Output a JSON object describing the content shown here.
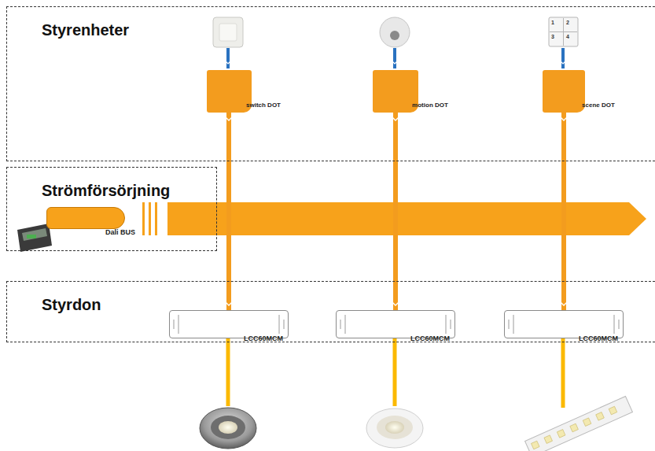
{
  "diagram": {
    "nodes": [
      {
        "text": [
          "Styrenheter"
        ]
      },
      {
        "text": [
          "switch DOT"
        ],
        "in": 0
      },
      {
        "text": [
          "motion DOT"
        ],
        "in": 0
      },
      {
        "text": [
          "scene DOT"
        ],
        "in": 0
      },
      {
        "text": [
          "Strömförsörjning"
        ]
      },
      {
        "text": [
          "Dali BUS"
        ],
        "in": 4
      },
      {
        "text": [
          "Styrdon"
        ]
      },
      {
        "text": [
          "LCC60MCM"
        ],
        "in": 6
      },
      {
        "text": [
          "LCC60MCM"
        ],
        "in": 6
      },
      {
        "text": [
          "LCC60MCM"
        ],
        "in": 6
      }
    ],
    "edges": [
      {
        "from": 1,
        "to": 7,
        "arrow": "to"
      },
      {
        "from": 2,
        "to": 8,
        "arrow": "to"
      },
      {
        "from": 3,
        "to": 9,
        "arrow": "to"
      }
    ],
    "labels": [
      "1",
      "2",
      "3",
      "4"
    ]
  }
}
